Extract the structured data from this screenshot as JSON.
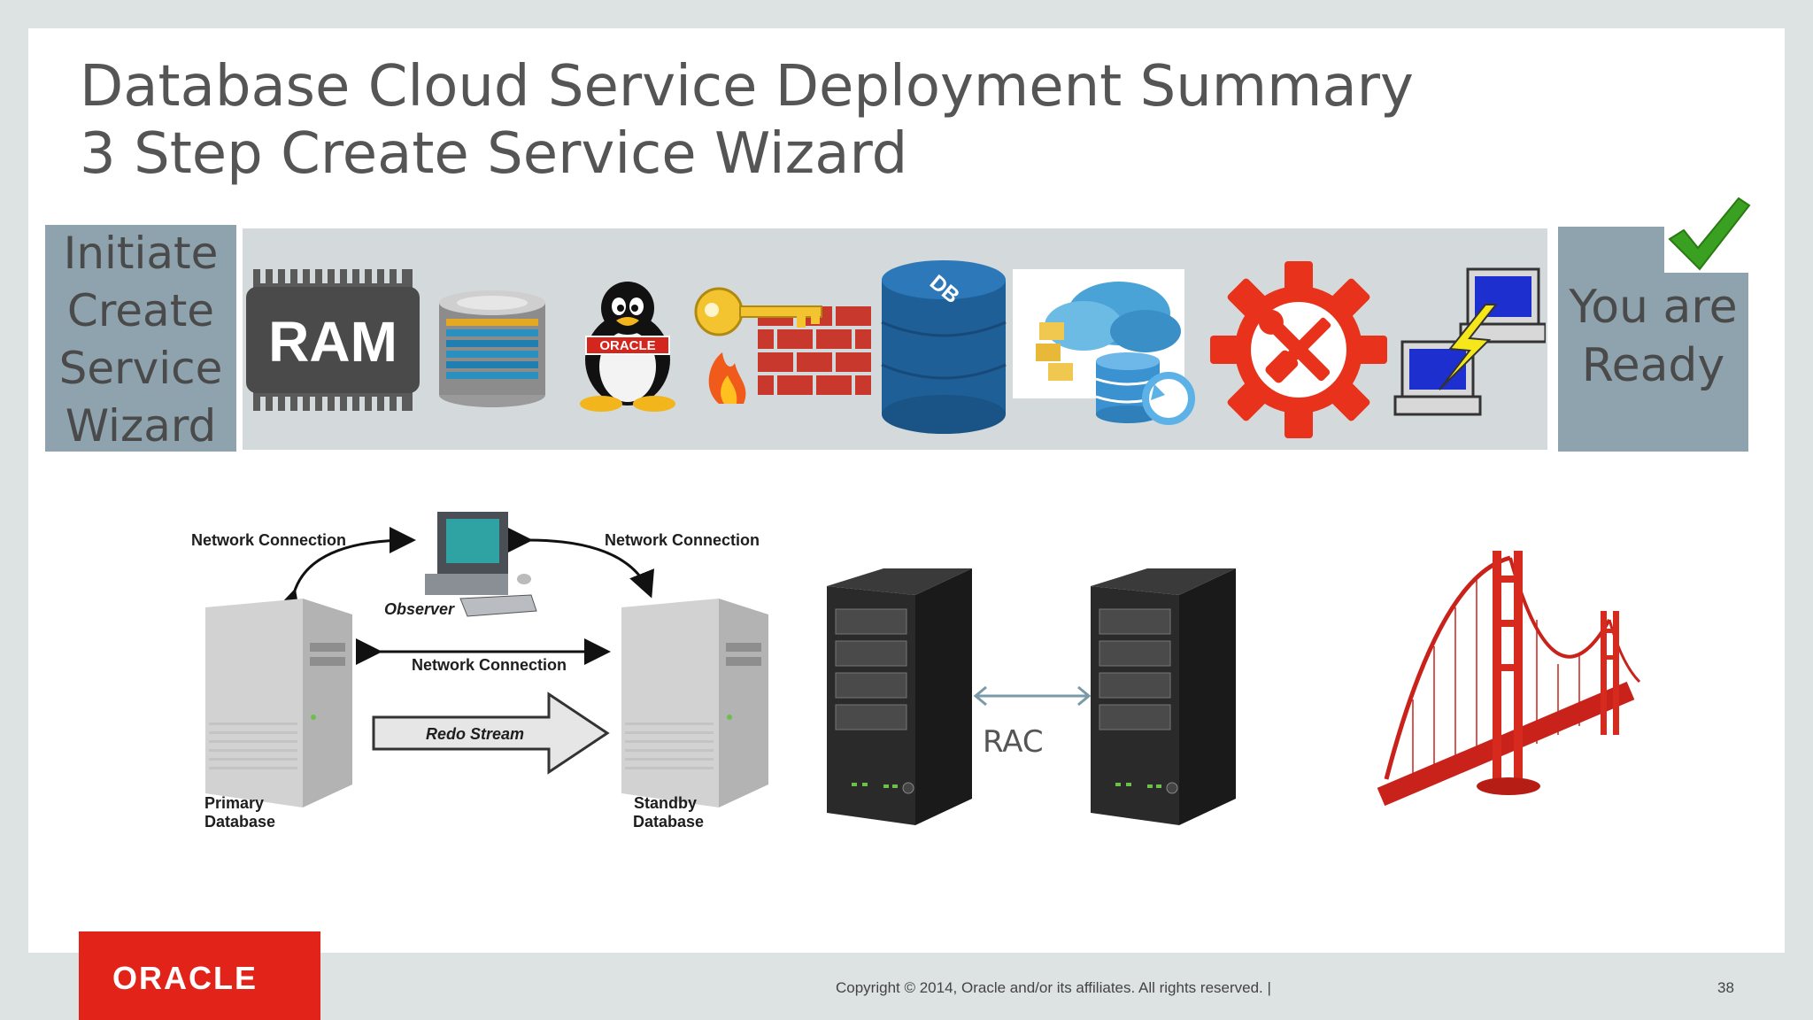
{
  "slide": {
    "title_line1": "Database Cloud Service Deployment Summary",
    "title_line2": "3 Step Create Service Wizard",
    "initiate_box": [
      "Initiate",
      "Create",
      "Service",
      "Wizard"
    ],
    "ready_box": [
      "You are",
      "Ready"
    ],
    "ram_label": "RAM",
    "oracle_badge": "ORACLE",
    "db_cylinder_label": "DB",
    "icons": [
      "ram-chip-icon",
      "storage-disk-icon",
      "oracle-linux-tux-icon",
      "key-firewall-icon",
      "database-cylinder-icon",
      "cloud-backup-icon",
      "tools-gear-icon",
      "network-computers-icon",
      "checkmark-icon"
    ]
  },
  "dataguard": {
    "network_left": "Network Connection",
    "network_right": "Network Connection",
    "network_middle": "Network Connection",
    "observer": "Observer",
    "redo": "Redo Stream",
    "primary_l1": "Primary",
    "primary_l2": "Database",
    "standby_l1": "Standby",
    "standby_l2": "Database"
  },
  "rac": {
    "label": "RAC"
  },
  "footer": {
    "logo": "ORACLE",
    "copyright": "Copyright © 2014, Oracle and/or its affiliates. All rights reserved.  |",
    "page": "38"
  }
}
